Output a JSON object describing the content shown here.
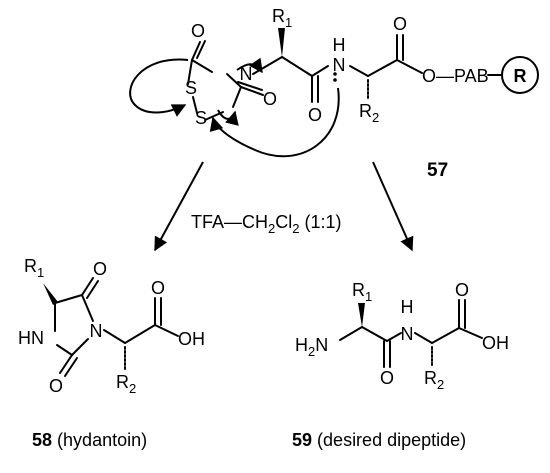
{
  "scheme": {
    "top": {
      "compound_number": "57",
      "atoms": {
        "o_ring_top": "O",
        "o_ring_bottom": "O",
        "n_ring": "N",
        "s_left": "S",
        "s_bottom": "S",
        "o_amide": "O",
        "n_amide": "N",
        "h_amide": "H",
        "o_ester_carbonyl": "O",
        "ester_linker": "O—PAB",
        "resin": "R"
      },
      "substituents": {
        "r1_base": "R",
        "r1_sub": "1",
        "r2_base": "R",
        "r2_sub": "2"
      }
    },
    "reagent": {
      "prefix": "TFA—CH",
      "sub1": "2",
      "mid": "Cl",
      "sub2": "2",
      "suffix": " (1:1)"
    },
    "left": {
      "compound_number": "58",
      "caption": "(hydantoin)",
      "atoms": {
        "o_ring_top": "O",
        "o_ring_bottom": "O",
        "hn": "HN",
        "n_ring": "N",
        "o_acid": "O",
        "oh": "OH"
      },
      "substituents": {
        "r1_base": "R",
        "r1_sub": "1",
        "r2_base": "R",
        "r2_sub": "2"
      }
    },
    "right": {
      "compound_number": "59",
      "caption": "(desired dipeptide)",
      "atoms": {
        "h2n_h": "H",
        "h2n_sub": "2",
        "h2n_n": "N",
        "o_amide": "O",
        "h_amide": "H",
        "n_amide": "N",
        "o_acid": "O",
        "oh": "OH"
      },
      "substituents": {
        "r1_base": "R",
        "r1_sub": "1",
        "r2_base": "R",
        "r2_sub": "2"
      }
    }
  }
}
